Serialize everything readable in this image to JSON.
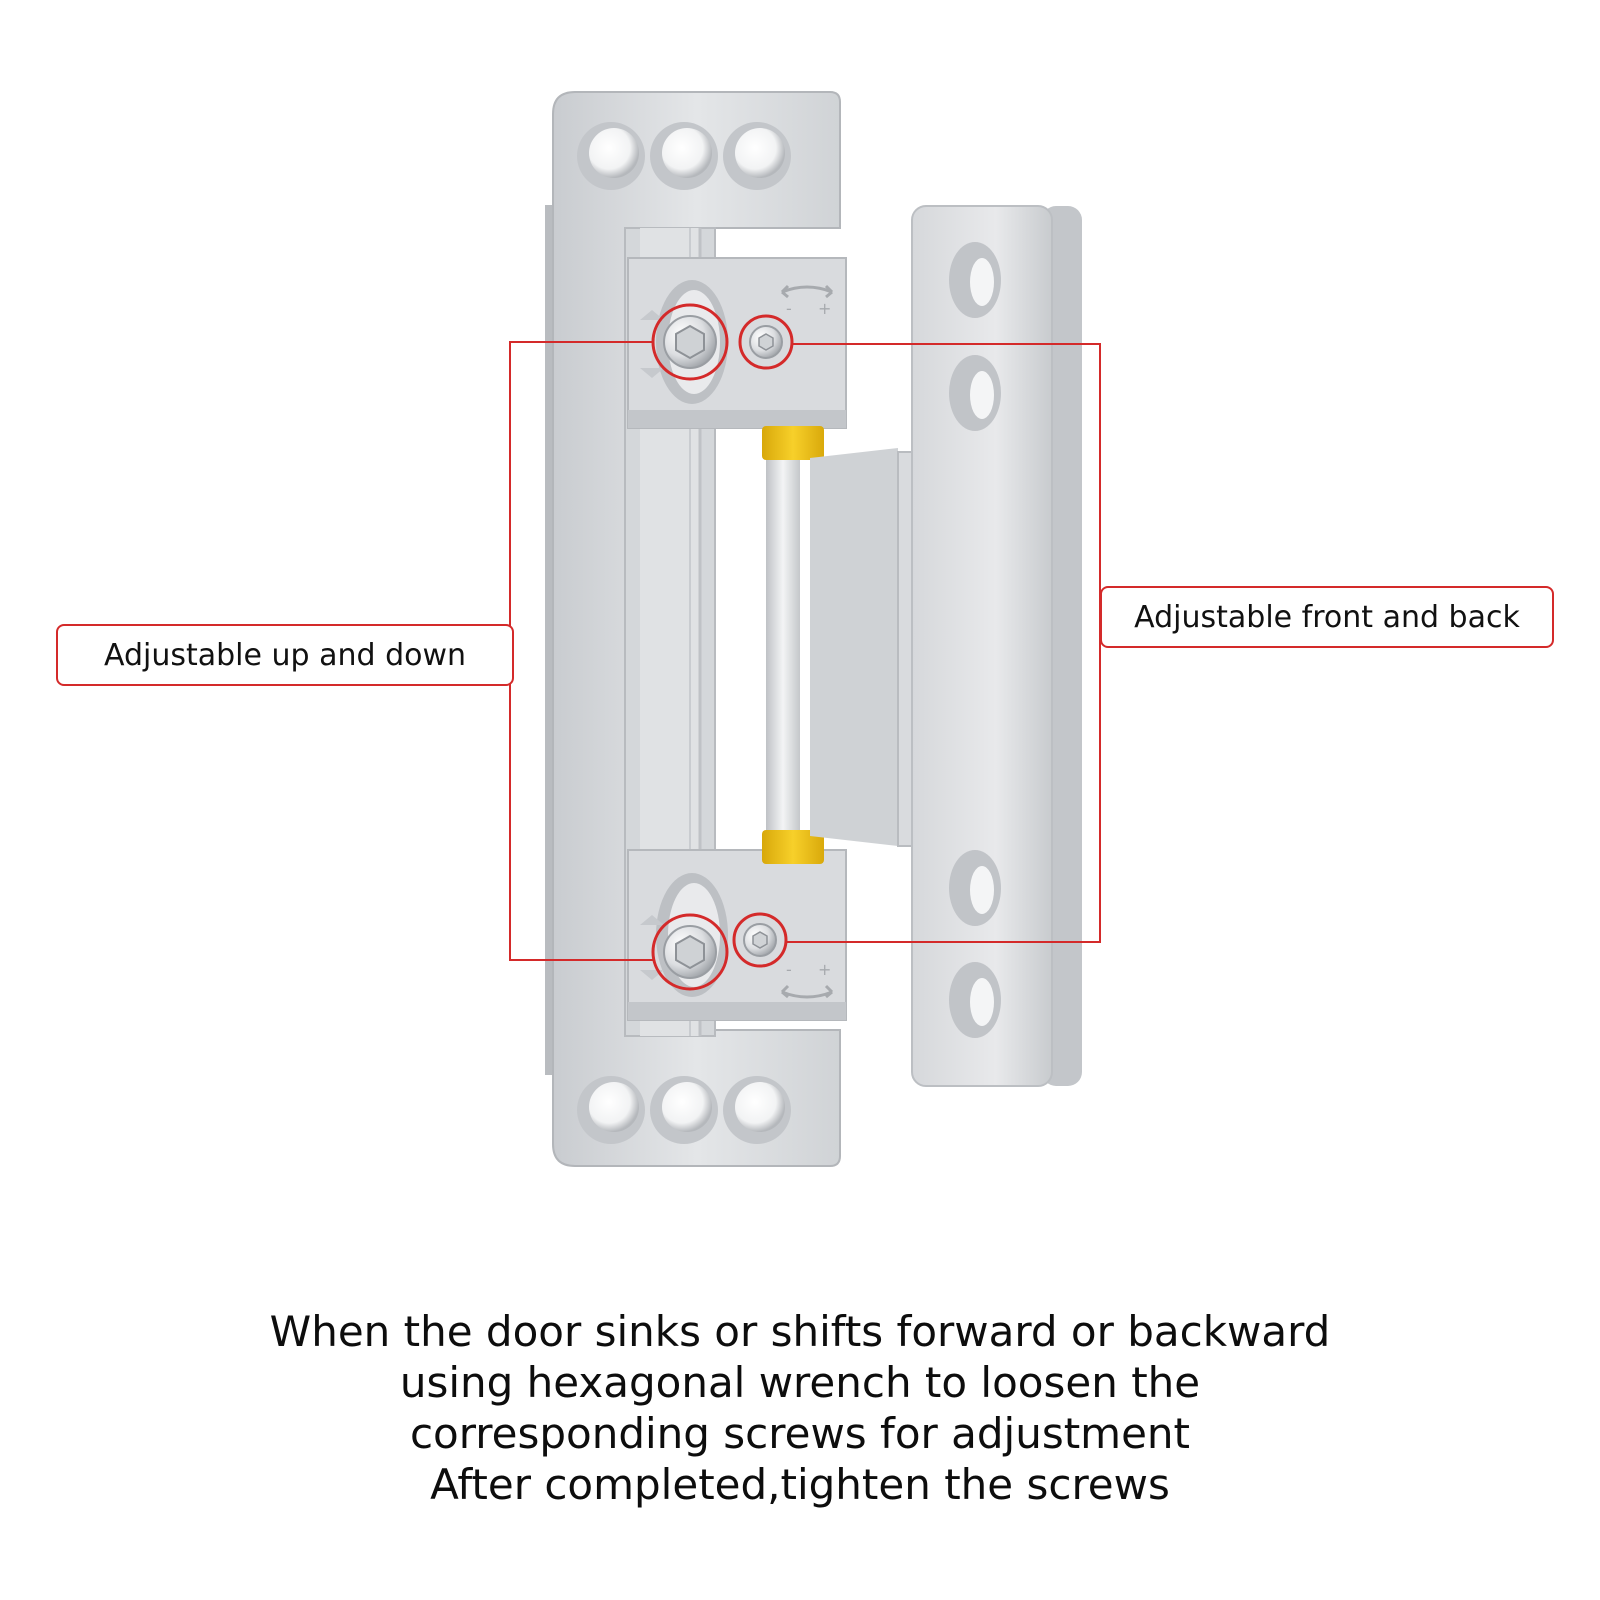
{
  "callouts": {
    "left": "Adjustable up and down",
    "right": "Adjustable front and back"
  },
  "caption": {
    "line1": "When the door sinks or shifts forward or backward",
    "line2": "using hexagonal wrench to loosen the",
    "line3": "corresponding screws for adjustment",
    "line4": "After completed,tighten the screws"
  },
  "plate_markings": {
    "minus": "-",
    "plus": "+"
  },
  "colors": {
    "accent": "#d42a2a",
    "metal": "#d7d9dc",
    "bushing": "#f0c419",
    "text": "#111111"
  },
  "icons": {
    "hex-screw": "hex-socket-screw-icon",
    "small-screw": "small-screw-icon",
    "adjust-arrow": "curved-arrow-icon"
  }
}
